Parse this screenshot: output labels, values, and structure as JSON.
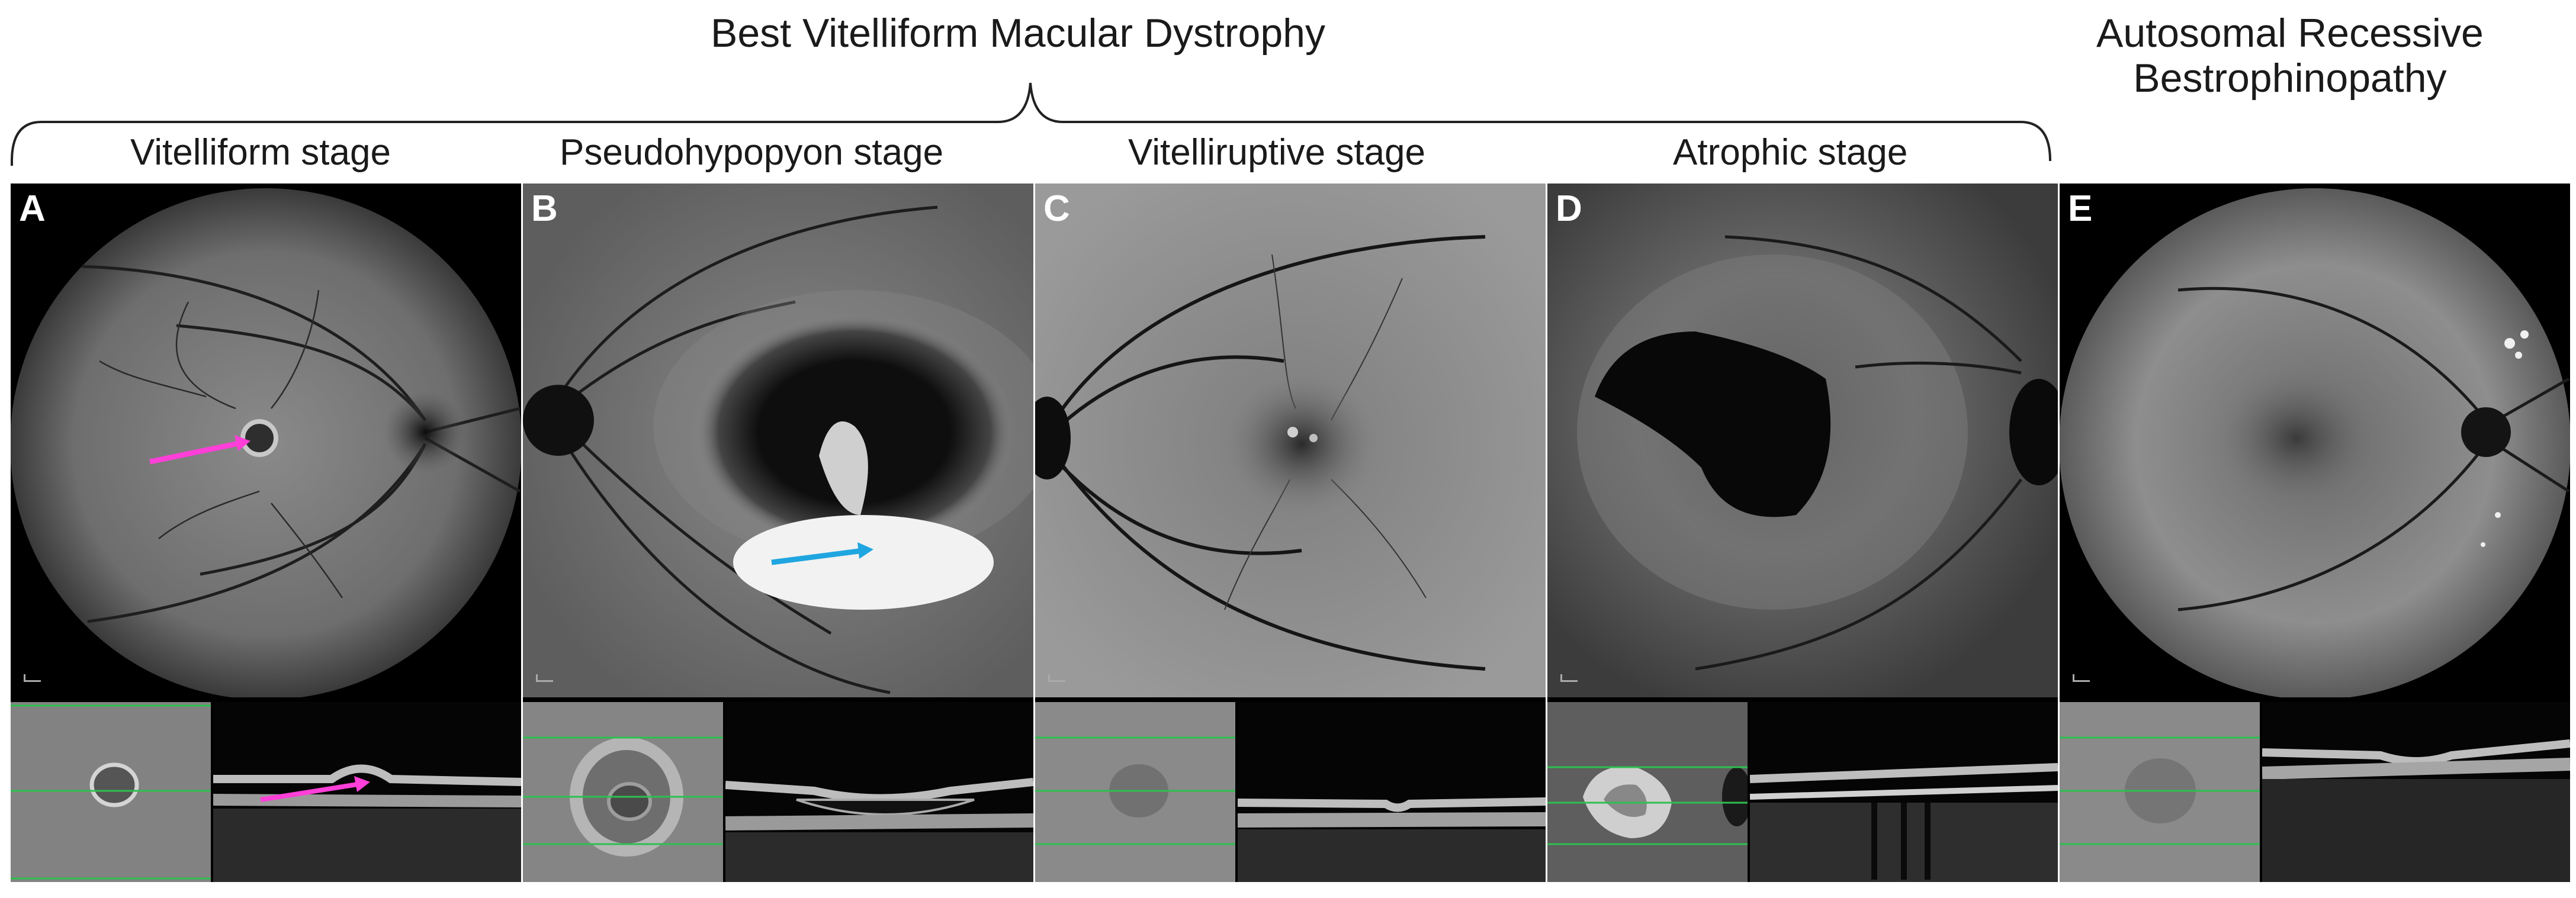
{
  "header": {
    "main_title": "Best Vitelliform Macular Dystrophy",
    "side_title_line1": "Autosomal Recessive",
    "side_title_line2": "Bestrophinopathy"
  },
  "panels": [
    {
      "letter": "A",
      "stage": "Vitelliform stage"
    },
    {
      "letter": "B",
      "stage": "Pseudohypopyon stage"
    },
    {
      "letter": "C",
      "stage": "Vitelliruptive stage"
    },
    {
      "letter": "D",
      "stage": "Atrophic stage"
    },
    {
      "letter": "E",
      "stage": ""
    }
  ],
  "colors": {
    "arrow_magenta": "#ff3fd8",
    "arrow_blue": "#1fa6e0",
    "scan_line_green": "#2fbf4f"
  },
  "icons": [
    "arrow-icon"
  ]
}
